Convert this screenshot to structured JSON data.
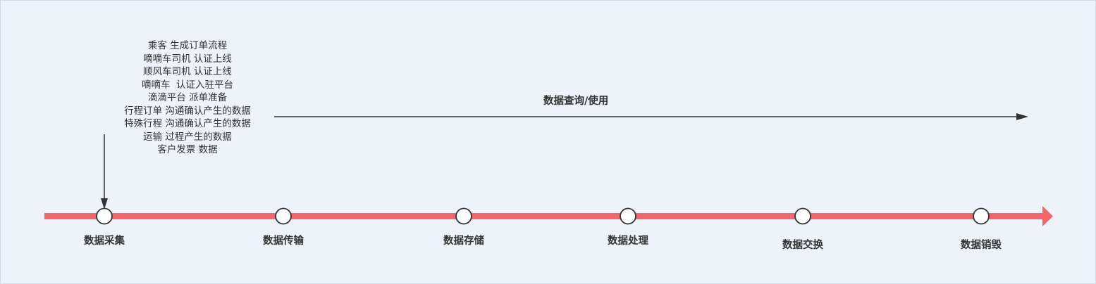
{
  "diagram": {
    "collection_notes": [
      "乘客 生成订单流程",
      "嘀嘀车司机 认证上线",
      "顺风车司机 认证上线",
      "嘀嘀车  认证入驻平台",
      "滴滴平台 派单准备",
      "行程订单 沟通确认产生的数据",
      "特殊行程 沟通确认产生的数据",
      "运输 过程产生的数据",
      "客户发票 数据"
    ],
    "query_label": "数据查询/使用",
    "stages": [
      {
        "label": "数据采集"
      },
      {
        "label": "数据传输"
      },
      {
        "label": "数据存储"
      },
      {
        "label": "数据处理"
      },
      {
        "label": "数据交换"
      },
      {
        "label": "数据销毁"
      }
    ],
    "colors": {
      "background": "#eef2f9",
      "timeline": "#f2686a",
      "arrow": "#333333",
      "node_fill": "#ffffff",
      "node_stroke": "#333333",
      "text": "#333333"
    }
  }
}
